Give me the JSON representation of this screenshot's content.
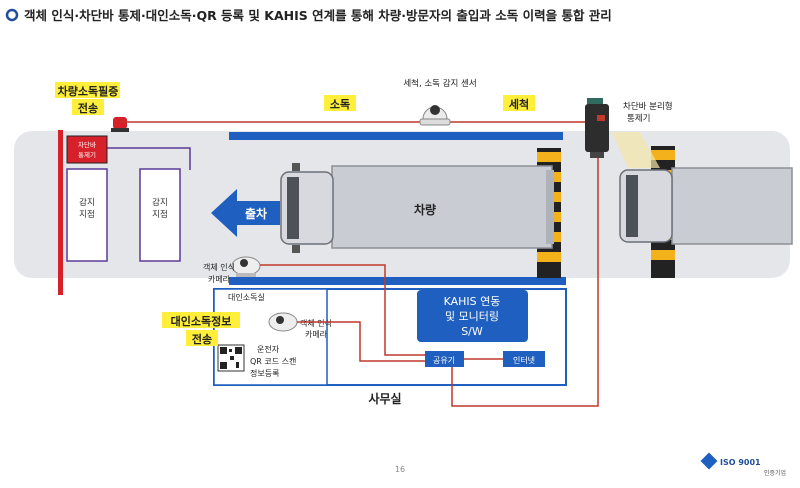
{
  "header": {
    "title": "객체 인식·차단바 통제·대인소독·QR 등록 및 KAHIS 연계를 통해 차량·방문자의 출입과 소독 이력을 통합 관리",
    "bullet_color": "#1f4e9c"
  },
  "labels": {
    "vehicle_cert_line1": "차량소독필증",
    "vehicle_cert_line2": "전송",
    "disinfect": "소독",
    "wash": "세척",
    "wash_sensor": "세척, 소독 감지 센서",
    "barrier_ctrl_line1": "차단바 분리형",
    "barrier_ctrl_line2": "통제기",
    "barrier_box_line1": "차단바",
    "barrier_box_line2": "통제기",
    "detect_point1_line1": "감지",
    "detect_point1_line2": "지점",
    "detect_point2_line1": "감지",
    "detect_point2_line2": "지점",
    "exit": "출차",
    "vehicle": "차량",
    "object_cam1_line1": "객체 인식",
    "object_cam1_line2": "카메라",
    "person_room": "대인소독실",
    "object_cam2_line1": "객체 인식",
    "object_cam2_line2": "카메라",
    "person_cert_line1": "대인소독정보",
    "person_cert_line2": "전송",
    "driver_line1": "운전자",
    "driver_line2": "QR 코드 스캔",
    "driver_line3": "정보등록",
    "kahis_line1": "KAHIS 연동",
    "kahis_line2": "및 모니터링",
    "kahis_line3": "S/W",
    "router": "공유기",
    "internet": "인터넷",
    "office": "사무실",
    "page_number": "16"
  },
  "footer": {
    "logo_text": "ISO 9001",
    "logo_sub": "인증기업"
  },
  "colors": {
    "blue": "#1f5fc0",
    "blue_dark": "#163f9b",
    "red": "#d6202a",
    "wire": "#c0392b",
    "purple": "#5b3a99",
    "yellow": "#ffef3a",
    "road": "#e4e6ea",
    "stripe": "#f3b21b"
  }
}
